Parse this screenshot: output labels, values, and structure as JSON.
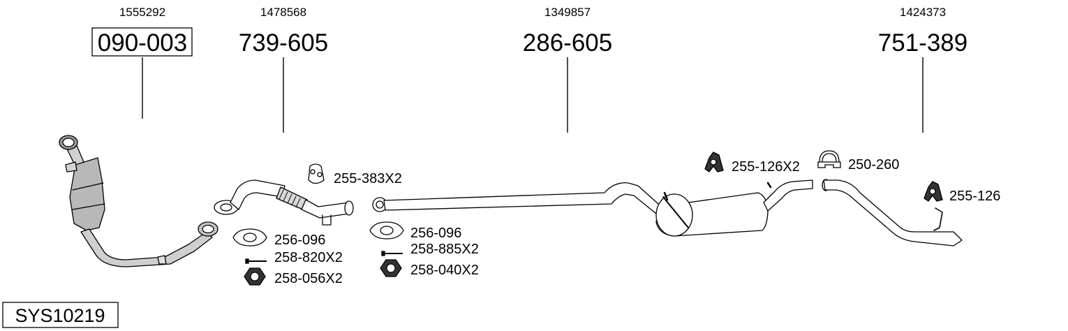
{
  "parts": [
    {
      "oem": "1555292",
      "number": "090-003",
      "boxed": true
    },
    {
      "oem": "1478568",
      "number": "739-605",
      "boxed": false
    },
    {
      "oem": "1349857",
      "number": "286-605",
      "boxed": false
    },
    {
      "oem": "1424373",
      "number": "751-389",
      "boxed": false
    }
  ],
  "accessories": [
    {
      "label": "255-383X2",
      "icon": "hanger-icon"
    },
    {
      "label": "256-096",
      "icon": "gasket-icon"
    },
    {
      "label": "258-820X2",
      "icon": "bolt-icon"
    },
    {
      "label": "258-056X2",
      "icon": "nut-icon"
    },
    {
      "label": "256-096",
      "icon": "gasket-icon"
    },
    {
      "label": "258-885X2",
      "icon": "bolt-icon"
    },
    {
      "label": "258-040X2",
      "icon": "nut-icon"
    },
    {
      "label": "255-126X2",
      "icon": "hanger-icon"
    },
    {
      "label": "250-260",
      "icon": "clamp-icon"
    },
    {
      "label": "255-126",
      "icon": "hanger-icon"
    }
  ],
  "system": {
    "code": "SYS10219"
  },
  "colors": {
    "line": "#000000",
    "pipe_fill": "#ffffff",
    "converter_fill": "#b8b8b8"
  }
}
